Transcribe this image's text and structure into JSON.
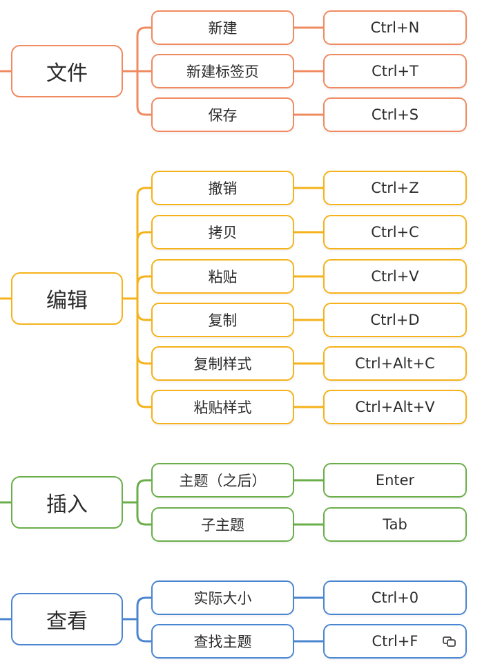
{
  "groups": [
    {
      "name": "文件",
      "color": "#f08a60",
      "entries": [
        {
          "label": "新建",
          "shortcut": "Ctrl+N"
        },
        {
          "label": "新建标签页",
          "shortcut": "Ctrl+T"
        },
        {
          "label": "保存",
          "shortcut": "Ctrl+S"
        }
      ]
    },
    {
      "name": "编辑",
      "color": "#f5b21a",
      "entries": [
        {
          "label": "撤销",
          "shortcut": "Ctrl+Z"
        },
        {
          "label": "拷贝",
          "shortcut": "Ctrl+C"
        },
        {
          "label": "粘贴",
          "shortcut": "Ctrl+V"
        },
        {
          "label": "复制",
          "shortcut": "Ctrl+D"
        },
        {
          "label": "复制样式",
          "shortcut": "Ctrl+Alt+C"
        },
        {
          "label": "粘贴样式",
          "shortcut": "Ctrl+Alt+V"
        }
      ]
    },
    {
      "name": "插入",
      "color": "#6aae4a",
      "entries": [
        {
          "label": "主题（之后）",
          "shortcut": "Enter"
        },
        {
          "label": "子主题",
          "shortcut": "Tab"
        }
      ]
    },
    {
      "name": "查看",
      "color": "#4a86d0",
      "entries": [
        {
          "label": "实际大小",
          "shortcut": "Ctrl+0"
        },
        {
          "label": "查找主题",
          "shortcut": "Ctrl+F",
          "icon": "copy-icon"
        }
      ]
    }
  ]
}
